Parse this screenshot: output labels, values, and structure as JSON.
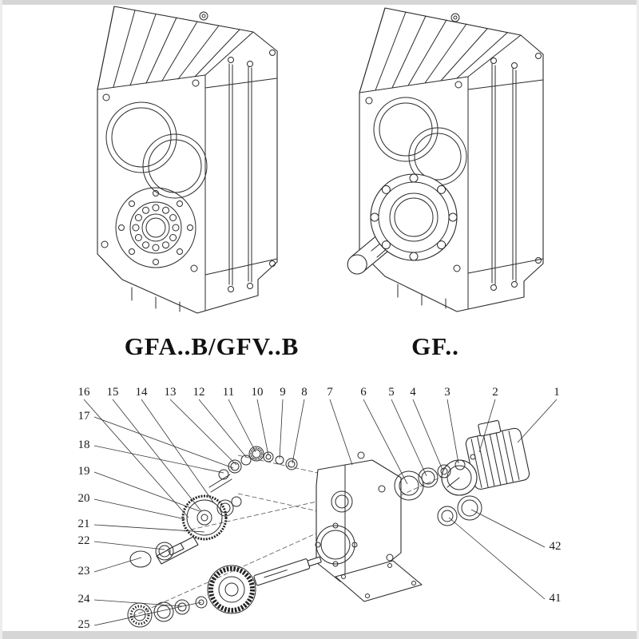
{
  "models": {
    "left": "GFA..B/GFV..B",
    "right": "GF.."
  },
  "exploded_view": {
    "top_callouts": [
      "16",
      "15",
      "14",
      "13",
      "12",
      "11",
      "10",
      "9",
      "8",
      "7",
      "6",
      "5",
      "4",
      "3",
      "2",
      "1"
    ],
    "left_callouts": [
      "17",
      "18",
      "19",
      "20",
      "21",
      "22",
      "23",
      "24",
      "25"
    ],
    "right_callouts": [
      "42",
      "41"
    ]
  }
}
